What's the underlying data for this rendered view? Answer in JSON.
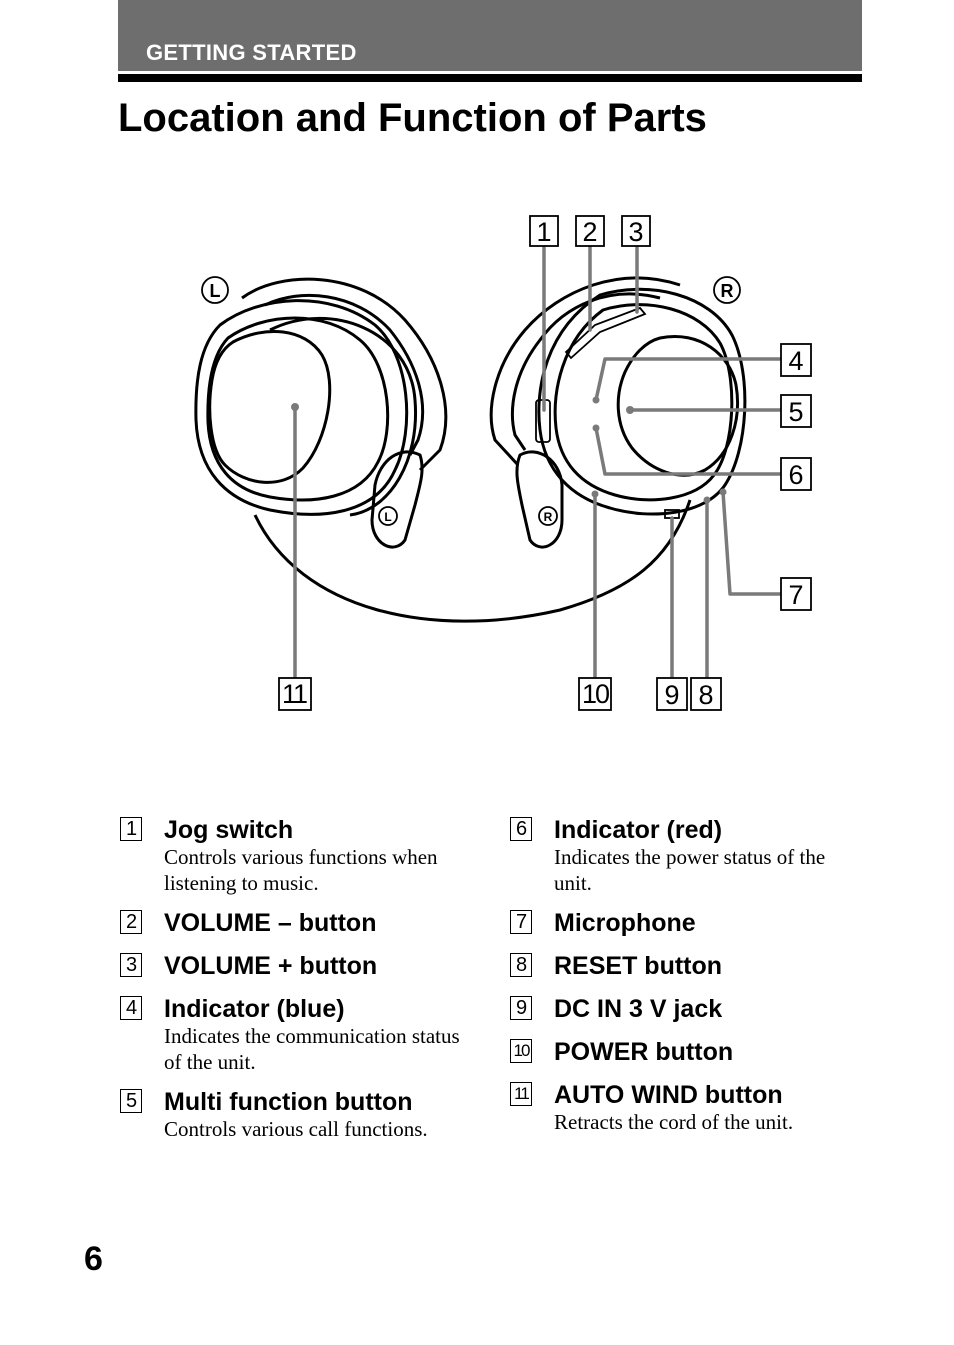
{
  "header": {
    "section": "GETTING STARTED",
    "title": "Location and Function of Parts"
  },
  "diagram": {
    "side_left": "L",
    "side_right": "R",
    "callouts": [
      "1",
      "2",
      "3",
      "4",
      "5",
      "6",
      "7",
      "8",
      "9",
      "10",
      "11"
    ]
  },
  "parts": [
    {
      "num": "1",
      "name": "Jog switch",
      "desc": "Controls various functions when listening to music."
    },
    {
      "num": "2",
      "name": "VOLUME – button",
      "desc": ""
    },
    {
      "num": "3",
      "name": "VOLUME + button",
      "desc": ""
    },
    {
      "num": "4",
      "name": "Indicator (blue)",
      "desc": "Indicates the communication status of the unit."
    },
    {
      "num": "5",
      "name": "Multi function button",
      "desc": "Controls various call functions."
    },
    {
      "num": "6",
      "name": "Indicator (red)",
      "desc": "Indicates the power status of the unit."
    },
    {
      "num": "7",
      "name": "Microphone",
      "desc": ""
    },
    {
      "num": "8",
      "name": "RESET button",
      "desc": ""
    },
    {
      "num": "9",
      "name": "DC IN 3 V jack",
      "desc": ""
    },
    {
      "num": "10",
      "name": "POWER button",
      "desc": ""
    },
    {
      "num": "11",
      "name": "AUTO WIND button",
      "desc": "Retracts the cord of the unit."
    }
  ],
  "footer": {
    "page_number": "6"
  }
}
